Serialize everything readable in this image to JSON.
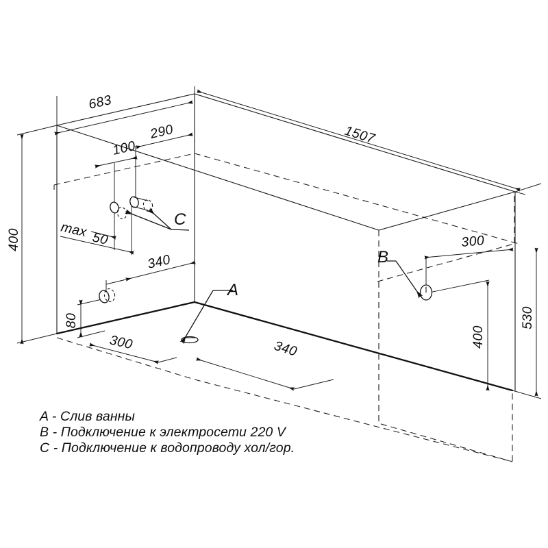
{
  "drawing": {
    "title": "Bathtub installation technical drawing",
    "type": "isometric-dimensioned-drawing",
    "units": "mm",
    "background_color": "#ffffff",
    "line_color": "#111111"
  },
  "dimensions": {
    "overall_length": "1507",
    "overall_width": "683",
    "rim_height_right": "530",
    "wall_height_left": "400",
    "tap_offset_from_end": "290",
    "tap_spacing": "100",
    "tap_max_projection": "max",
    "tap_max_value": "50",
    "drain_height": "80",
    "drain_wall_offset": "340",
    "drain_floor_offset_left": "300",
    "drain_floor_offset_right": "340",
    "socket_offset_from_end": "300",
    "socket_height": "400"
  },
  "markers": {
    "a": "A",
    "b": "B",
    "c": "C"
  },
  "legend": {
    "items": [
      "A - Слив ванны",
      "B - Подключение к электросети 220 V",
      "C - Подключение к водопроводу хол/гор."
    ]
  }
}
